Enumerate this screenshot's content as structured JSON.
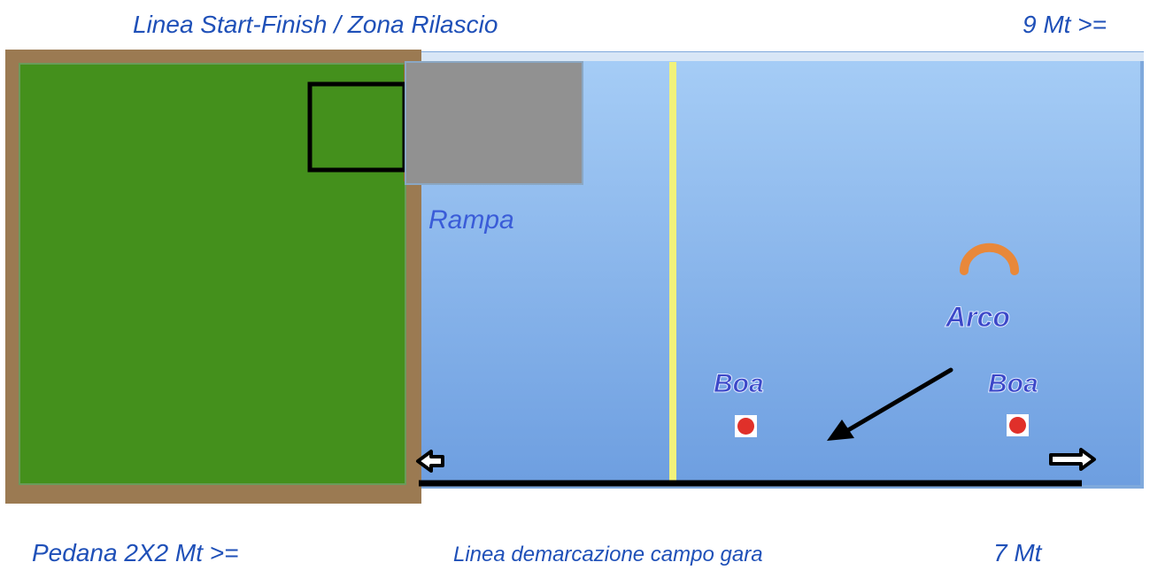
{
  "labels": {
    "start_finish": "Linea Start-Finish / Zona Rilascio",
    "field_width": "9 Mt >=",
    "platform": "Pedana 2X2 Mt >=",
    "demarcation": "Linea demarcazione campo gara",
    "field_length": "7 Mt"
  },
  "field": {
    "ramp_label": "Rampa",
    "arch_label": "Arco",
    "buoy_left_label": "Boa",
    "buoy_right_label": "Boa"
  },
  "colors": {
    "water": "#8fbcf0",
    "platform_green": "#44901c",
    "platform_border": "#9b7a52",
    "ramp_gray": "#919191",
    "center_line": "#f2f27a",
    "buoy": "#e0302a",
    "arch": "#e8883a",
    "label_blue": "#3c48c8"
  }
}
